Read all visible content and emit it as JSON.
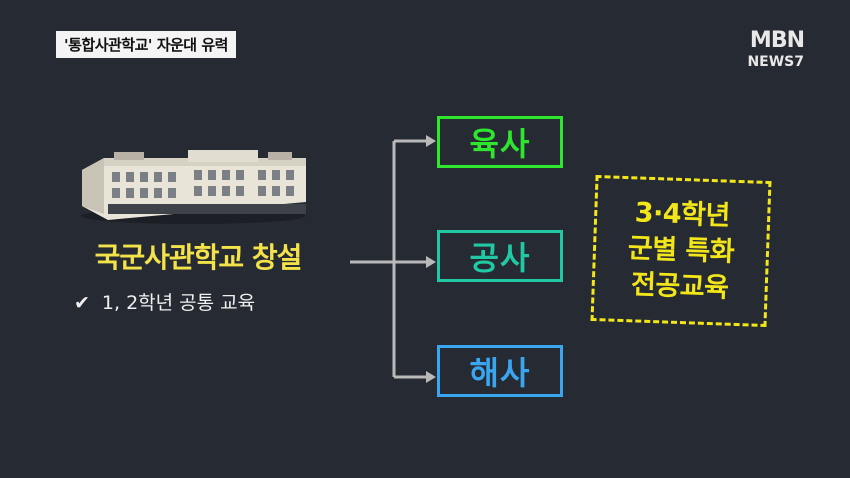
{
  "caption": "'통합사관학교' 자운대 유력",
  "logo": {
    "brand": "MBN",
    "program": "NEWS7"
  },
  "main": {
    "title": "국군사관학교 창설",
    "check_mark": "✔",
    "subtitle": "1, 2학년 공통 교육"
  },
  "branches": [
    {
      "label": "육사",
      "color": "#2fe62f"
    },
    {
      "label": "공사",
      "color": "#20c9a4"
    },
    {
      "label": "해사",
      "color": "#3aa6f0"
    }
  ],
  "note": {
    "lines": [
      "3·4학년",
      "군별 특화",
      "전공교육"
    ],
    "color": "#f2e61a"
  },
  "colors": {
    "background": "#262a32",
    "title": "#f3e24a",
    "connector": "#b9b9b9"
  }
}
